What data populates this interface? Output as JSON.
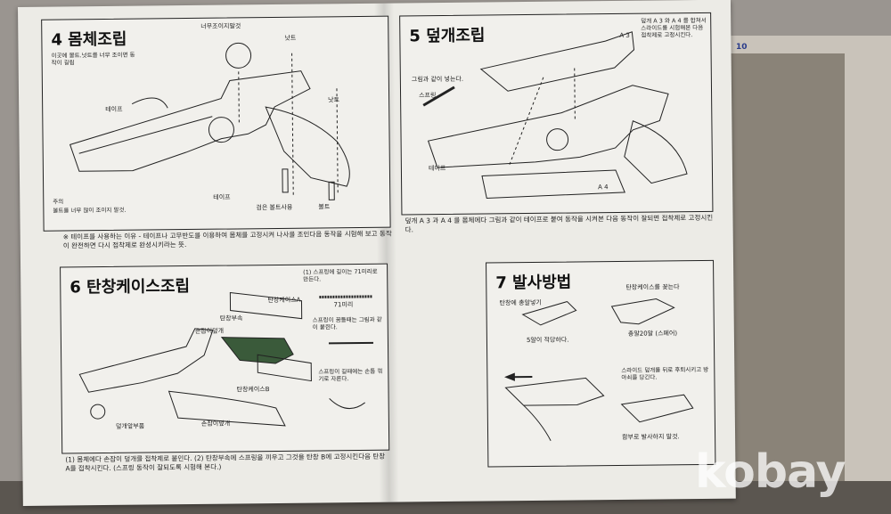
{
  "watermark": "kobay",
  "box_text": "10",
  "sections": {
    "s4": {
      "title": "4 몸체조립",
      "note_top": "이곳에 볼트.넛트를 너무 조이면 동작이 길림",
      "label_tape": "테이프",
      "label_tape2": "테이프",
      "label_nut1": "낫트",
      "label_nut2": "낫트",
      "label_overtight": "너무조이지말것",
      "label_bolt": "볼트",
      "label_black_bolt": "검은 볼트사용",
      "caution_title": "주의",
      "caution_text": "볼트를 너무 많이 조이지 말것."
    },
    "footnote_top": "※ 테이프를 사용하는 이유 - 테이프나 고무반도를 이용하여 몸체를 고정시켜 나사를 조인다음 동작을 시험해 보고 동작이 완전하면 다시 접착제로 완성시키라는 뜻.",
    "s5": {
      "title": "5 덮개조립",
      "note_right": "덮개 A 3 와 A 4 를 합쳐서 스라이드를 시험해본 다음 접착제로 고정시킨다.",
      "label_a3": "A 3",
      "label_a4": "A 4",
      "label_spring_note": "그림과 같이 넣는다.",
      "label_spring": "스프링",
      "label_tape": "테이프",
      "bottom_note": "덮개 A 3 과 A 4 를 몸체에다 그림과 같이 테이프로 붙여 동작을 시켜본 다음 동작이 잘되면 접착제로 고정시킨다."
    },
    "s6": {
      "title": "6 탄창케이스조립",
      "note_spring": "(1) 스프링에 길이는 71미리로 만든다.",
      "label_71": "71미리",
      "note_spring2": "스프링이 꿈틀때는 그림과 같이 붙힌다.",
      "note_spring3": "스프링이 길때에는 손톱 꺾기로 자른다.",
      "label_case_a": "탄창케이스A",
      "label_case_b": "탄창케이스B",
      "label_part": "탄창부속",
      "label_grip": "손잡이덮개",
      "label_grip2": "손잡이덮개",
      "label_cap": "덮개앞부품",
      "bottom_note": "(1) 몸체에다 손잡이 덮개를 접착제로 붙인다. (2) 탄창부속에 스프링을 끼우고 그것을 탄창 B에 고정시킨다음 탄창 A를 접착시킨다. (스프링 동작이 잘되도록 시험해 본다.)"
    },
    "s7": {
      "title": "7 발사방법",
      "label_insert": "탄창에 총알넣기",
      "label_count": "5알이 적당하다.",
      "label_pull": "탄창케이스를 꽂는다",
      "label_bullet": "총알20알 (스페어)",
      "label_slide": "스라이드 덮개를 뒤로 후퇴시키고 방아쇠를 당긴다.",
      "label_warning": "함부로 발사하지 말것."
    }
  }
}
